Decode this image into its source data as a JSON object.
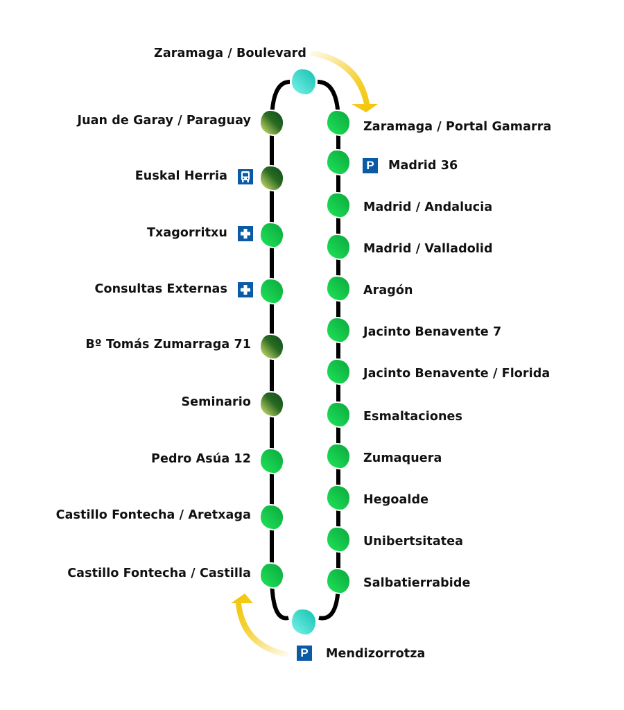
{
  "title": "Line stop diagram",
  "colors": {
    "line": "#000000",
    "stop_green_light": "#22e05a",
    "stop_green_dark": "#0aa83c",
    "stop_dark_a": "#0d4d1e",
    "stop_dark_b": "#e8f07a",
    "terminal_a": "#6ff0e6",
    "terminal_b": "#12c2b2",
    "arrow": "#f2c400",
    "badge": "#0a5aa6"
  },
  "terminals": {
    "top": {
      "name": "Zaramaga / Boulevard",
      "badge": null
    },
    "bottom": {
      "name": "Mendizorrotza",
      "badge": "parking"
    }
  },
  "left_stops": [
    {
      "name": "Juan de Garay / Paraguay",
      "style": "dark",
      "badge": null
    },
    {
      "name": "Euskal Herria",
      "style": "dark",
      "badge": "bus"
    },
    {
      "name": "Txagorritxu",
      "style": "green",
      "badge": "hospital"
    },
    {
      "name": "Consultas Externas",
      "style": "green",
      "badge": "hospital"
    },
    {
      "name": "Bº Tomás Zumarraga 71",
      "style": "dark",
      "badge": null
    },
    {
      "name": "Seminario",
      "style": "dark",
      "badge": null
    },
    {
      "name": "Pedro Asúa 12",
      "style": "green",
      "badge": null
    },
    {
      "name": "Castillo Fontecha / Aretxaga",
      "style": "green",
      "badge": null
    },
    {
      "name": "Castillo Fontecha / Castilla",
      "style": "green",
      "badge": null
    }
  ],
  "right_stops": [
    {
      "name": "Zaramaga / Portal Gamarra",
      "style": "green",
      "badge": null
    },
    {
      "name": "Madrid 36",
      "style": "green",
      "badge": "parking"
    },
    {
      "name": "Madrid / Andalucia",
      "style": "green",
      "badge": null
    },
    {
      "name": "Madrid / Valladolid",
      "style": "green",
      "badge": null
    },
    {
      "name": "Aragón",
      "style": "green",
      "badge": null
    },
    {
      "name": "Jacinto Benavente 7",
      "style": "green",
      "badge": null
    },
    {
      "name": "Jacinto Benavente / Florida",
      "style": "green",
      "badge": null
    },
    {
      "name": "Esmaltaciones",
      "style": "green",
      "badge": null
    },
    {
      "name": "Zumaquera",
      "style": "green",
      "badge": null
    },
    {
      "name": "Hegoalde",
      "style": "green",
      "badge": null
    },
    {
      "name": "Unibertsitatea",
      "style": "green",
      "badge": null
    },
    {
      "name": "Salbatierrabide",
      "style": "green",
      "badge": null
    }
  ],
  "badges": {
    "parking_label": "P"
  }
}
